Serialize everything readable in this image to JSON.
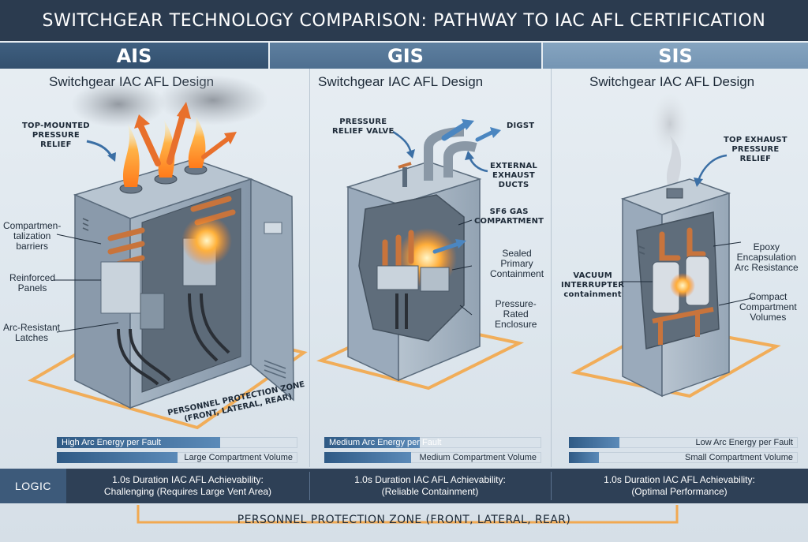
{
  "title": "SWITCHGEAR TECHNOLOGY COMPARISON: PATHWAY TO IAC AFL CERTIFICATION",
  "columns": {
    "ais": {
      "tab": "AIS",
      "design_title": "Switchgear IAC AFL Design",
      "labels": {
        "top_relief": "TOP-MOUNTED\nPRESSURE\nRELIEF",
        "barriers": "Compartmen-\ntalization\nbarriers",
        "panels": "Reinforced\nPanels",
        "latches": "Arc-Resistant\nLatches",
        "zone": "PERSONNEL PROTECTION ZONE\n(FRONT, LATERAL, REAR)"
      },
      "metrics": {
        "arc_energy": {
          "label": "High Arc Energy per Fault",
          "level": 0.68
        },
        "compartment": {
          "label": "Large Compartment Volume",
          "level": 0.5
        }
      },
      "logic": {
        "line1": "1.0s Duration IAC AFL Achievability:",
        "line2": "Challenging (Requires Large Vent Area)"
      }
    },
    "gis": {
      "tab": "GIS",
      "design_title": "Switchgear IAC AFL Design",
      "labels": {
        "relief_valve": "PRESSURE\nRELIEF VALVE",
        "digst": "DIGST",
        "exhaust": "EXTERNAL\nEXHAUST\nDUCTS",
        "sf6": "SF6 GAS\nCOMPARTMENT",
        "sealed": "Sealed\nPrimary\nContainment",
        "pressure_rated": "Pressure-\nRated\nEnclosure"
      },
      "metrics": {
        "arc_energy": {
          "label": "Medium Arc Energy per Fault",
          "level": 0.44
        },
        "compartment": {
          "label": "Medium Compartment Volume",
          "level": 0.4
        }
      },
      "logic": {
        "line1": "1.0s Duration IAC AFL Achievability:",
        "line2": "(Reliable Containment)"
      }
    },
    "sis": {
      "tab": "SIS",
      "design_title": "Switchgear IAC AFL Design",
      "labels": {
        "top_exhaust": "TOP EXHAUST\nPRESSURE\nRELIEF",
        "epoxy": "Epoxy\nEncapsulation\nArc Resistance",
        "vacuum": "VACUUM\nINTERRUPTER\ncontainment",
        "compact": "Compact\nCompartment\nVolumes"
      },
      "metrics": {
        "arc_energy": {
          "label": "Low Arc Energy per Fault",
          "level": 0.22
        },
        "compartment": {
          "label": "Small Compartment Volume",
          "level": 0.13
        }
      },
      "logic": {
        "line1": "1.0s Duration IAC AFL Achievability:",
        "line2": "(Optimal Performance)"
      }
    }
  },
  "logic_tag": "LOGIC",
  "bottom_zone_label": "PERSONNEL PROTECTION ZONE (FRONT, LATERAL, REAR)",
  "colors": {
    "title_bar": "#2b3b4f",
    "bar_fill": "#3c6a98",
    "glow": "#f4a340",
    "copper": "#c8743c",
    "cabinet": "#9fb0c0"
  }
}
